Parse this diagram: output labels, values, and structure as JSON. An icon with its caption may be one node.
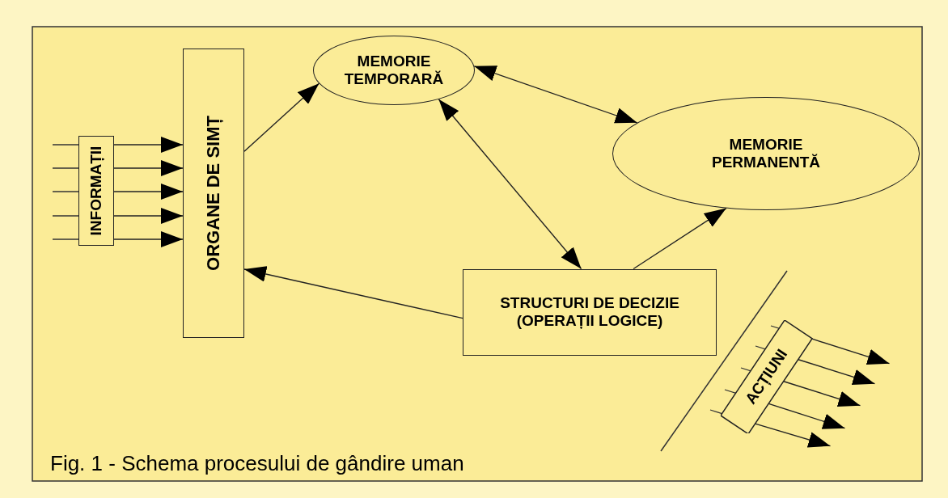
{
  "diagram": {
    "caption": "Fig. 1 - Schema procesului de gândire uman",
    "nodes": [
      {
        "text": [
          "INFORMAȚII"
        ]
      },
      {
        "text": [
          "ORGANE DE SIMȚ"
        ]
      },
      {
        "text": [
          "MEMORIE TEMPORARĂ"
        ]
      },
      {
        "text": [
          "MEMORIE PERMANENTĂ"
        ]
      },
      {
        "text": [
          "STRUCTURI DE DECIZIE (OPERAȚII LOGICE)"
        ]
      },
      {
        "text": [
          "ACȚIUNI"
        ]
      }
    ],
    "edges": [
      {
        "from": 0,
        "to": 1,
        "arrow": "to"
      },
      {
        "from": 0,
        "to": 1,
        "arrow": "to"
      },
      {
        "from": 0,
        "to": 1,
        "arrow": "to"
      },
      {
        "from": 0,
        "to": 1,
        "arrow": "to"
      },
      {
        "from": 0,
        "to": 1,
        "arrow": "to"
      },
      {
        "from": 1,
        "to": 2,
        "arrow": "to"
      },
      {
        "from": 2,
        "to": 3,
        "arrow": "both"
      },
      {
        "from": 2,
        "to": 4,
        "arrow": "both"
      },
      {
        "from": 4,
        "to": 3,
        "arrow": "to"
      },
      {
        "from": 4,
        "to": 1,
        "arrow": "to"
      },
      {
        "from": 5,
        "to": null,
        "arrow": "to"
      },
      {
        "from": 5,
        "to": null,
        "arrow": "to"
      },
      {
        "from": 5,
        "to": null,
        "arrow": "to"
      },
      {
        "from": 5,
        "to": null,
        "arrow": "to"
      },
      {
        "from": 5,
        "to": null,
        "arrow": "to"
      }
    ]
  }
}
